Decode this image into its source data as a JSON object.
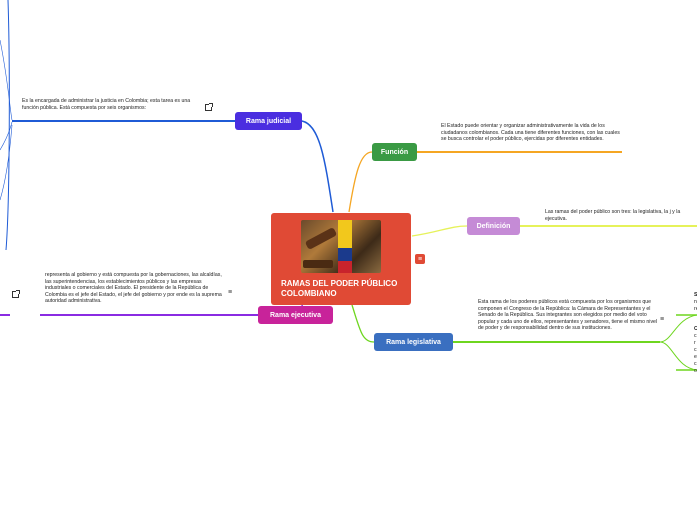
{
  "central": {
    "title": "RAMAS DEL PODER PÚBLICO COLOMBIANO"
  },
  "branches": {
    "judicial": {
      "label": "Rama judicial",
      "color": "#4a2ee0",
      "note": "Es la encargada de administrar la justicia en Colombia; esta tarea es una función pública. Está compuesta por seis organismos:"
    },
    "funcion": {
      "label": "Función",
      "color": "#3a9a44",
      "note": "El Estado puede orientar y organizar administrativamente la vida de los ciudadanos colombianos. Cada una tiene diferentes funciones, con las cuales se busca controlar el poder público, ejercidas por diferentes entidades."
    },
    "definicion": {
      "label": "Definición",
      "color": "#c58bd6",
      "note": "Las ramas del poder público son tres: la legislativa, la j y la ejecutiva."
    },
    "ejecutiva": {
      "label": "Rama ejecutiva",
      "color": "#c8239a",
      "note": "representa al gobierno y está compuesta por la gobernaciones, las alcaldías, las superintendencias, los establecimientos públicos y las empresas industriales o comerciales del Estado. El presidente de la República de Colombia es el jefe del Estado, el jefe del gobierno y por ende es la suprema autoridad administrativa."
    },
    "legislativa": {
      "label": "Rama legislativa",
      "color": "#3a6fc0",
      "note": "Esta rama de los poderes públicos está compuesta por los organismos que componen el Congreso de la República: la Cámara de Representantes y el Senado de la República. Sus integrantes son elegidos por medio del voto popular y cada uno de ellos, representantes y senadores, tiene el mismo nivel de poder y de responsabilidad dentro de sus instituciones."
    }
  },
  "cut_off": {
    "s_initial": "S",
    "s_lines": [
      "n",
      "re"
    ],
    "c_initial": "C",
    "c_lines": [
      "c",
      "r",
      "c",
      "e",
      "c",
      "o"
    ]
  },
  "colors": {
    "judicial_line": "#1f5bd6",
    "funcion_line": "#f5a623",
    "definicion_line": "#e6f25a",
    "ejecutiva_line": "#8a2be2",
    "legislativa_line": "#6ed61f",
    "central": "#e04a35"
  }
}
